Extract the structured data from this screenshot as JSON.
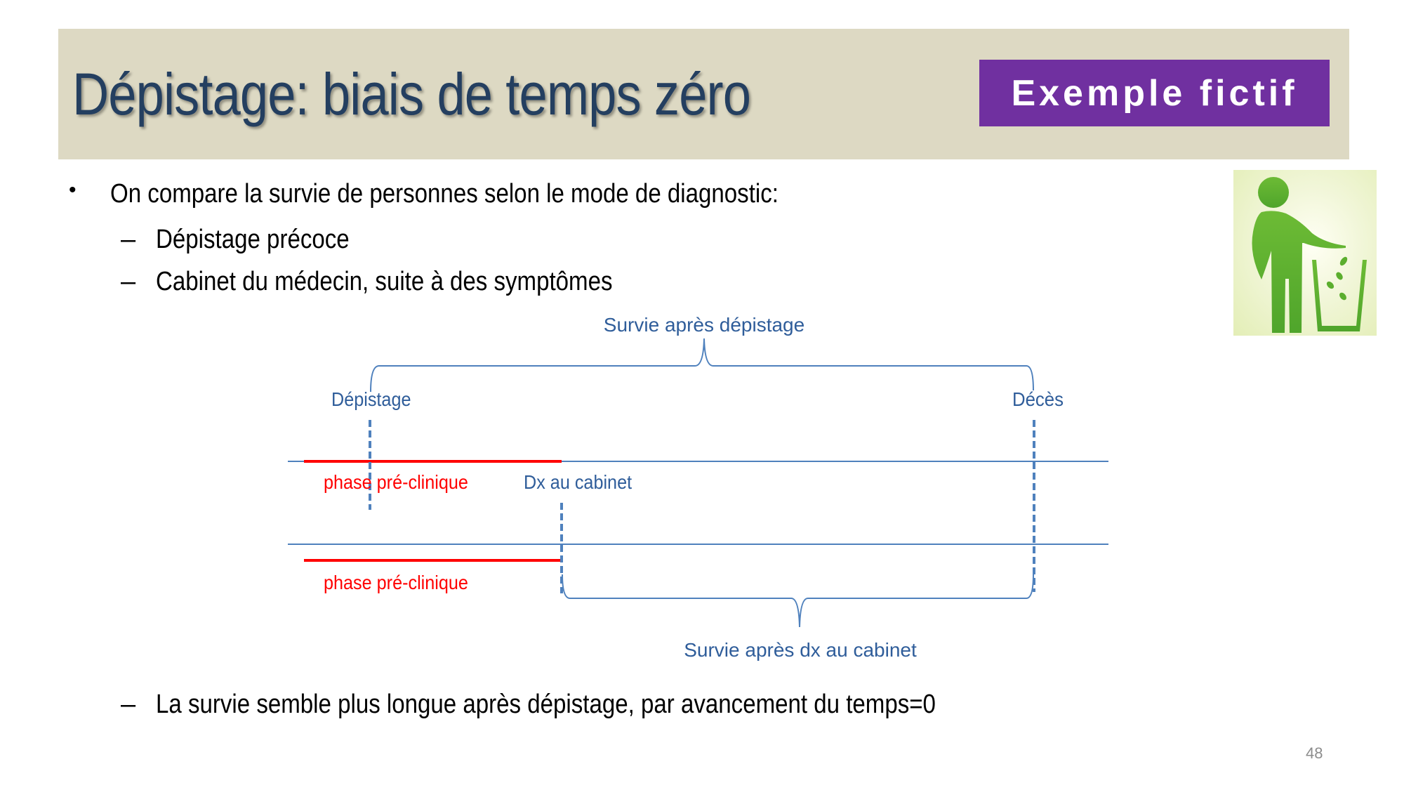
{
  "slide": {
    "title": "Dépistage: biais de temps zéro",
    "badge": "Exemple fictif",
    "page_number": "48",
    "colors": {
      "header_band": "#DDD9C3",
      "title": "#243F60",
      "badge_bg": "#7030A0",
      "badge_text": "#FFFFFF",
      "diagram_blue": "#4F81BD",
      "diagram_text_blue": "#2F5D9A",
      "preclinical_red": "#FF0000",
      "icon_green": "#5BAE2E"
    }
  },
  "content": {
    "bullet_marker": "•",
    "dash_marker": "–",
    "bullet_1": "On compare la survie de personnes selon le mode de diagnostic:",
    "sub_1": "Dépistage précoce",
    "sub_2": "Cabinet du médecin, suite à des symptômes",
    "conclusion": "La survie semble plus longue après dépistage, par avancement du temps=0"
  },
  "diagram": {
    "top_brace_label": "Survie après dépistage",
    "screening_label": "Dépistage",
    "death_label": "Décès",
    "row1_preclinical_label": "phase pré-clinique",
    "row1_dx_label": "Dx au cabinet",
    "row2_preclinical_label": "phase pré-clinique",
    "bottom_brace_label": "Survie après dx au cabinet"
  },
  "icon": {
    "name": "person-throwing-trash-icon"
  }
}
